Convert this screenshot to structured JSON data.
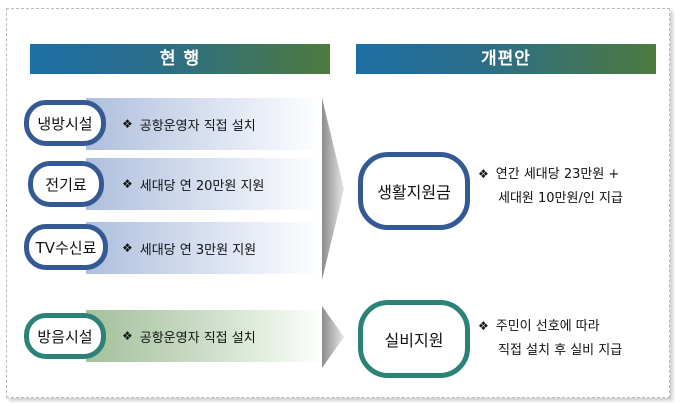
{
  "headers": {
    "current": "현 행",
    "proposal": "개편안"
  },
  "current_items": [
    {
      "label": "냉방시설",
      "desc": "공항운영자 직접 설치"
    },
    {
      "label": "전기료",
      "desc": "세대당 연 20만원 지원"
    },
    {
      "label": "TV수신료",
      "desc": "세대당 연 3만원 지원"
    },
    {
      "label": "방음시설",
      "desc": "공항운영자 직접 설치"
    }
  ],
  "proposals": [
    {
      "label": "생활지원금",
      "line1": "연간 세대당 23만원 +",
      "line2": "세대원 10만원/인 지급"
    },
    {
      "label": "실비지원",
      "line1": "주민이 선호에 따라",
      "line2": "직접 설치 후 실비 지급"
    }
  ],
  "bullet_glyph": "❖",
  "colors": {
    "header_gradient_start": "#1d6fa5",
    "header_gradient_end": "#4e7a3e",
    "pill_blue": "#355a93",
    "pill_teal": "#2b8277"
  }
}
